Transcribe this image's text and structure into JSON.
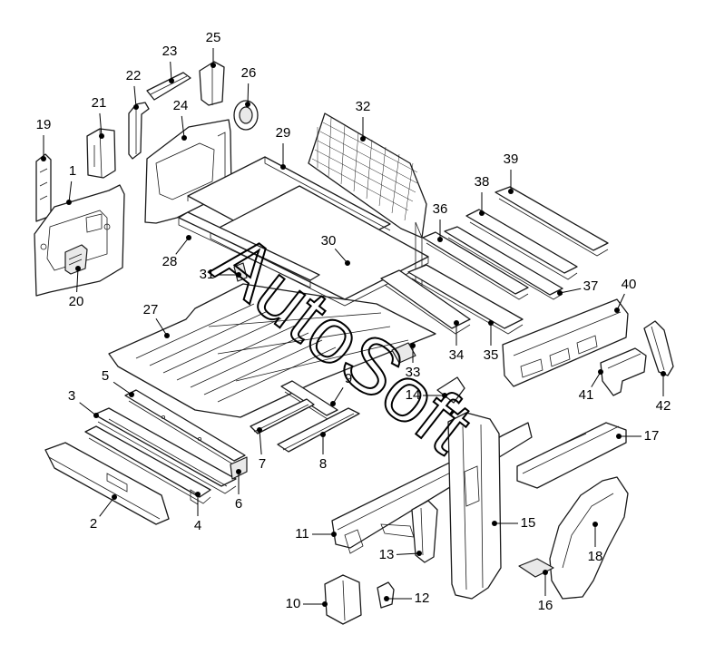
{
  "watermark": "AutoSoft",
  "colors": {
    "line": "#1a1a1a",
    "paper": "#ffffff",
    "shade": "#e9e9e9"
  },
  "callouts": [
    "1",
    "2",
    "3",
    "4",
    "5",
    "6",
    "7",
    "8",
    "9",
    "10",
    "11",
    "12",
    "13",
    "14",
    "15",
    "16",
    "17",
    "18",
    "19",
    "20",
    "21",
    "22",
    "23",
    "24",
    "25",
    "26",
    "27",
    "28",
    "29",
    "30",
    "31",
    "32",
    "33",
    "34",
    "35",
    "36",
    "37",
    "38",
    "39",
    "40",
    "41",
    "42"
  ]
}
